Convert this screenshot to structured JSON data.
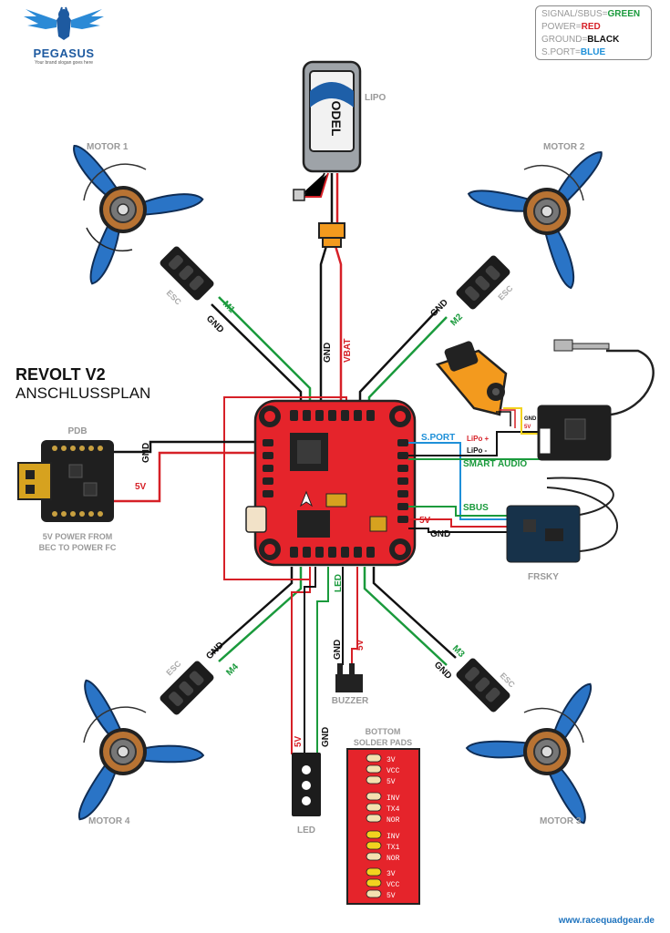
{
  "brand": {
    "name": "PEGASUS",
    "slogan": "Your brand slogan goes here"
  },
  "legend": {
    "rows": [
      {
        "key": "SIGNAL/SBUS=",
        "value": "GREEN",
        "color": "#1a9a3c"
      },
      {
        "key": "POWER=",
        "value": "RED",
        "color": "#d62027"
      },
      {
        "key": "GROUND=",
        "value": "BLACK",
        "color": "#111111"
      },
      {
        "key": "S.PORT=",
        "value": "BLUE",
        "color": "#1e90d8"
      }
    ]
  },
  "title": {
    "line1": "REVOLT V2",
    "line2": "ANSCHLUSSPLAN"
  },
  "labels": {
    "lipo": "LIPO",
    "motor1": "MOTOR 1",
    "motor2": "MOTOR 2",
    "motor3": "MOTOR 3",
    "motor4": "MOTOR 4",
    "esc": "ESC",
    "m1": "M1",
    "m2": "M2",
    "m3": "M3",
    "m4": "M4",
    "gnd": "GND",
    "vbat": "VBAT",
    "pdb": "PDB",
    "five_v": "5V",
    "pdb_note1": "5V POWER FROM",
    "pdb_note2": "BEC TO POWER FC",
    "sport": "S.PORT",
    "smart_audio": "SMART AUDIO",
    "sbus": "SBUS",
    "lipo_plus": "LiPo +",
    "lipo_minus": "LiPo -",
    "frsky": "FRSKY",
    "led": "LED",
    "buzzer": "BUZZER",
    "bottom_pads1": "BOTTOM",
    "bottom_pads2": "SOLDER PADS",
    "battery_brand": "ODEL"
  },
  "solder_pads": [
    [
      "3V",
      "VCC",
      "5V"
    ],
    [
      "INV",
      "TX4",
      "NOR"
    ],
    [
      "INV",
      "TX1",
      "NOR"
    ],
    [
      "3V",
      "VCC",
      "5V"
    ]
  ],
  "footer": {
    "url": "www.racequadgear.de"
  },
  "colors": {
    "signal": "#1a9a3c",
    "power": "#d62027",
    "ground": "#111111",
    "sport": "#1e90d8",
    "board": "#e5242b",
    "prop": "#2a74c6",
    "esc": "#1c1c1c"
  }
}
